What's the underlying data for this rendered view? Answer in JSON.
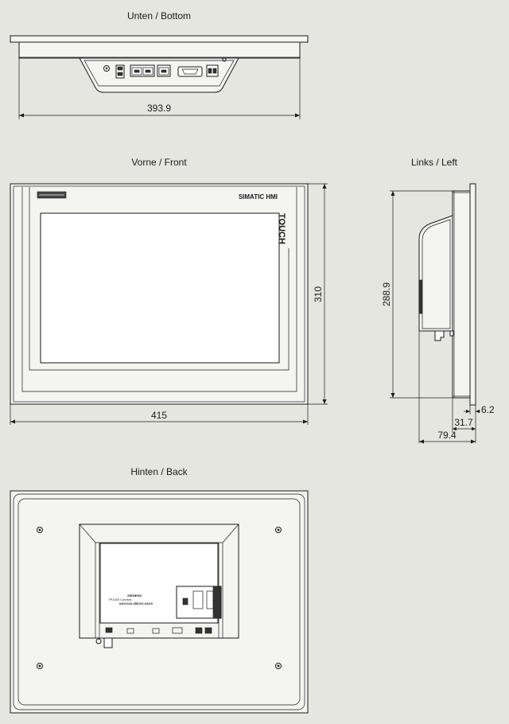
{
  "views": {
    "bottom": {
      "title": "Unten / Bottom",
      "width_dim": "393.9"
    },
    "front": {
      "title": "Vorne / Front",
      "brand": "SIMATIC HMI",
      "touch": "TOUCH",
      "width_dim": "415",
      "height_dim": "310"
    },
    "left": {
      "title": "Links / Left",
      "height_dim": "288.9",
      "dim_small": "6.2",
      "dim_mid": "31.7",
      "dim_depth": "79.4"
    },
    "back": {
      "title": "Hinten / Back",
      "label_lines": [
        "SIEMENS",
        "TP1200 Comfort",
        "6AV2124-0MC01-0AX0"
      ]
    }
  },
  "icons": [
    "usb-port-icon",
    "ethernet-port-icon",
    "serial-port-icon",
    "power-terminal-icon",
    "mounting-hole-icon",
    "memory-card-slot-icon"
  ],
  "colors": {
    "background": "#e6e6e0",
    "line": "#1a1a1a",
    "panel": "#ffffff"
  }
}
